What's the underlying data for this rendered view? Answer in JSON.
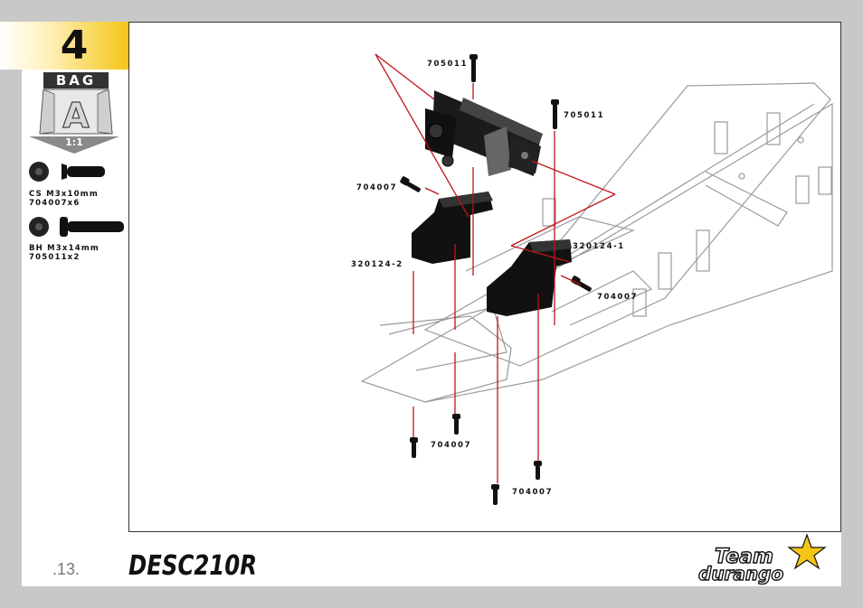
{
  "step": {
    "number": "4"
  },
  "bag": {
    "label": "BAG",
    "letter": "A",
    "scale": "1:1"
  },
  "hardware": [
    {
      "name": "CS M3x10mm",
      "code": "704007x6"
    },
    {
      "name": "BH M3x14mm",
      "code": "705011x2"
    }
  ],
  "callouts": {
    "screw_top_left": "705011",
    "screw_top_right": "705011",
    "screw_left_mid": "704007",
    "mount_right": "320124-1",
    "mount_left": "320124-2",
    "screw_right_mid": "704007",
    "screw_bottom_left": "704007",
    "screw_bottom_right": "704007"
  },
  "footer": {
    "page_number": ".13.",
    "product_logo": "DESC210R",
    "brand_logo_line1": "Team",
    "brand_logo_line2": "durango"
  },
  "colors": {
    "accent_yellow": "#f5c518",
    "leader_red": "#c0141c",
    "part_black": "#111111"
  }
}
